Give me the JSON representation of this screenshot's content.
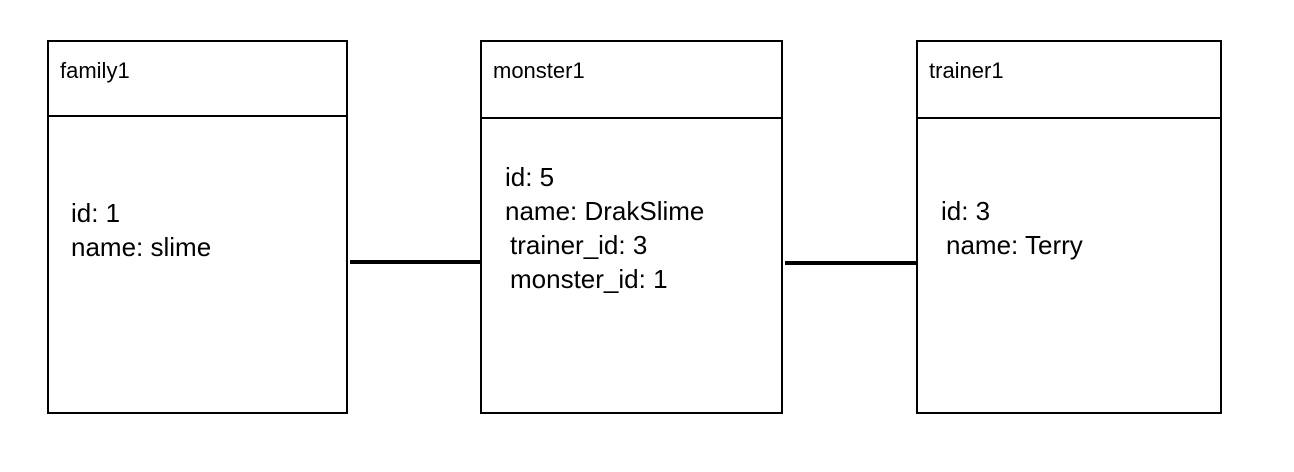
{
  "entities": [
    {
      "title": "family1",
      "attributes": [
        "id: 1",
        "name: slime"
      ]
    },
    {
      "title": "monster1",
      "attributes": [
        "id: 5",
        "name: DrakSlime",
        "trainer_id: 3",
        "monster_id: 1"
      ]
    },
    {
      "title": "trainer1",
      "attributes": [
        "id: 3",
        "name: Terry"
      ]
    }
  ],
  "colors": {
    "stroke": "#000000",
    "fill": "#ffffff",
    "text": "#000000"
  }
}
